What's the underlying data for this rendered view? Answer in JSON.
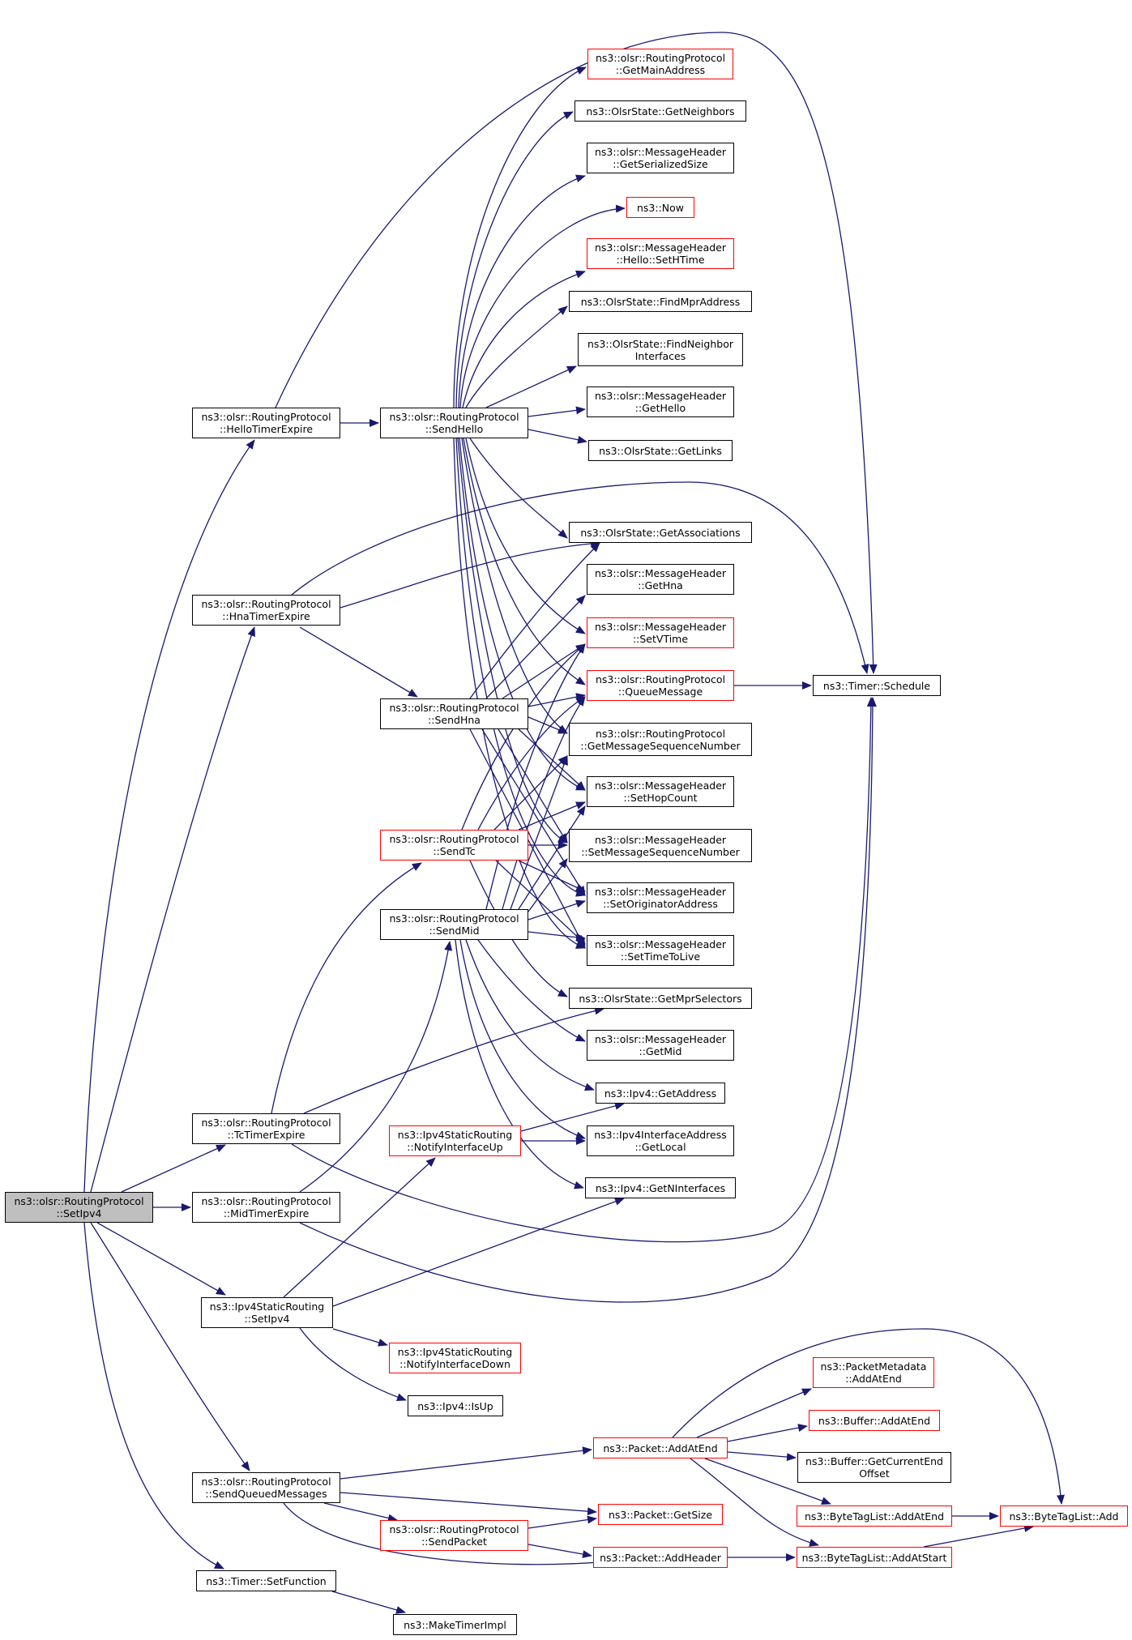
{
  "colors": {
    "edge": "#191970",
    "node_border": "#000000",
    "truncated_border": "#ff0000",
    "root_fill": "#bfbfbf",
    "node_fill": "#ffffff"
  },
  "nodes": {
    "root": [
      "ns3::olsr::RoutingProtocol",
      "::SetIpv4"
    ],
    "hello_timer_expire": [
      "ns3::olsr::RoutingProtocol",
      "::HelloTimerExpire"
    ],
    "hna_timer_expire": [
      "ns3::olsr::RoutingProtocol",
      "::HnaTimerExpire"
    ],
    "tc_timer_expire": [
      "ns3::olsr::RoutingProtocol",
      "::TcTimerExpire"
    ],
    "mid_timer_expire": [
      "ns3::olsr::RoutingProtocol",
      "::MidTimerExpire"
    ],
    "static_set_ipv4": [
      "ns3::Ipv4StaticRouting",
      "::SetIpv4"
    ],
    "send_queued": [
      "ns3::olsr::RoutingProtocol",
      "::SendQueuedMessages"
    ],
    "set_function": [
      "ns3::Timer::SetFunction"
    ],
    "send_hello": [
      "ns3::olsr::RoutingProtocol",
      "::SendHello"
    ],
    "send_hna": [
      "ns3::olsr::RoutingProtocol",
      "::SendHna"
    ],
    "send_tc": [
      "ns3::olsr::RoutingProtocol",
      "::SendTc"
    ],
    "send_mid": [
      "ns3::olsr::RoutingProtocol",
      "::SendMid"
    ],
    "notify_up": [
      "ns3::Ipv4StaticRouting",
      "::NotifyInterfaceUp"
    ],
    "notify_down": [
      "ns3::Ipv4StaticRouting",
      "::NotifyInterfaceDown"
    ],
    "ipv4_isup": [
      "ns3::Ipv4::IsUp"
    ],
    "send_packet": [
      "ns3::olsr::RoutingProtocol",
      "::SendPacket"
    ],
    "make_timer_impl": [
      "ns3::MakeTimerImpl"
    ],
    "get_main_address": [
      "ns3::olsr::RoutingProtocol",
      "::GetMainAddress"
    ],
    "get_neighbors": [
      "ns3::OlsrState::GetNeighbors"
    ],
    "get_serialized_size": [
      "ns3::olsr::MessageHeader",
      "::GetSerializedSize"
    ],
    "now": [
      "ns3::Now"
    ],
    "set_htime": [
      "ns3::olsr::MessageHeader",
      "::Hello::SetHTime"
    ],
    "find_mpr_address": [
      "ns3::OlsrState::FindMprAddress"
    ],
    "find_neighbor_interfaces": [
      "ns3::OlsrState::FindNeighbor",
      "Interfaces"
    ],
    "get_hello": [
      "ns3::olsr::MessageHeader",
      "::GetHello"
    ],
    "get_links": [
      "ns3::OlsrState::GetLinks"
    ],
    "get_associations": [
      "ns3::OlsrState::GetAssociations"
    ],
    "get_hna": [
      "ns3::olsr::MessageHeader",
      "::GetHna"
    ],
    "set_vtime": [
      "ns3::olsr::MessageHeader",
      "::SetVTime"
    ],
    "queue_message": [
      "ns3::olsr::RoutingProtocol",
      "::QueueMessage"
    ],
    "get_msg_seq": [
      "ns3::olsr::RoutingProtocol",
      "::GetMessageSequenceNumber"
    ],
    "set_hop_count": [
      "ns3::olsr::MessageHeader",
      "::SetHopCount"
    ],
    "set_msg_seq": [
      "ns3::olsr::MessageHeader",
      "::SetMessageSequenceNumber"
    ],
    "set_originator": [
      "ns3::olsr::MessageHeader",
      "::SetOriginatorAddress"
    ],
    "set_ttl": [
      "ns3::olsr::MessageHeader",
      "::SetTimeToLive"
    ],
    "get_mpr_selectors": [
      "ns3::OlsrState::GetMprSelectors"
    ],
    "get_mid": [
      "ns3::olsr::MessageHeader",
      "::GetMid"
    ],
    "ipv4_get_address": [
      "ns3::Ipv4::GetAddress"
    ],
    "get_local": [
      "ns3::Ipv4InterfaceAddress",
      "::GetLocal"
    ],
    "get_ninterfaces": [
      "ns3::Ipv4::GetNInterfaces"
    ],
    "timer_schedule": [
      "ns3::Timer::Schedule"
    ],
    "metadata_add_at_end": [
      "ns3::PacketMetadata",
      "::AddAtEnd"
    ],
    "buffer_add_at_end": [
      "ns3::Buffer::AddAtEnd"
    ],
    "packet_add_at_end": [
      "ns3::Packet::AddAtEnd"
    ],
    "buffer_get_current_end": [
      "ns3::Buffer::GetCurrentEnd",
      "Offset"
    ],
    "packet_get_size": [
      "ns3::Packet::GetSize"
    ],
    "bytetaglist_add_at_end": [
      "ns3::ByteTagList::AddAtEnd"
    ],
    "packet_add_header": [
      "ns3::Packet::AddHeader"
    ],
    "bytetaglist_add_at_start": [
      "ns3::ByteTagList::AddAtStart"
    ],
    "bytetaglist_add": [
      "ns3::ByteTagList::Add"
    ]
  }
}
